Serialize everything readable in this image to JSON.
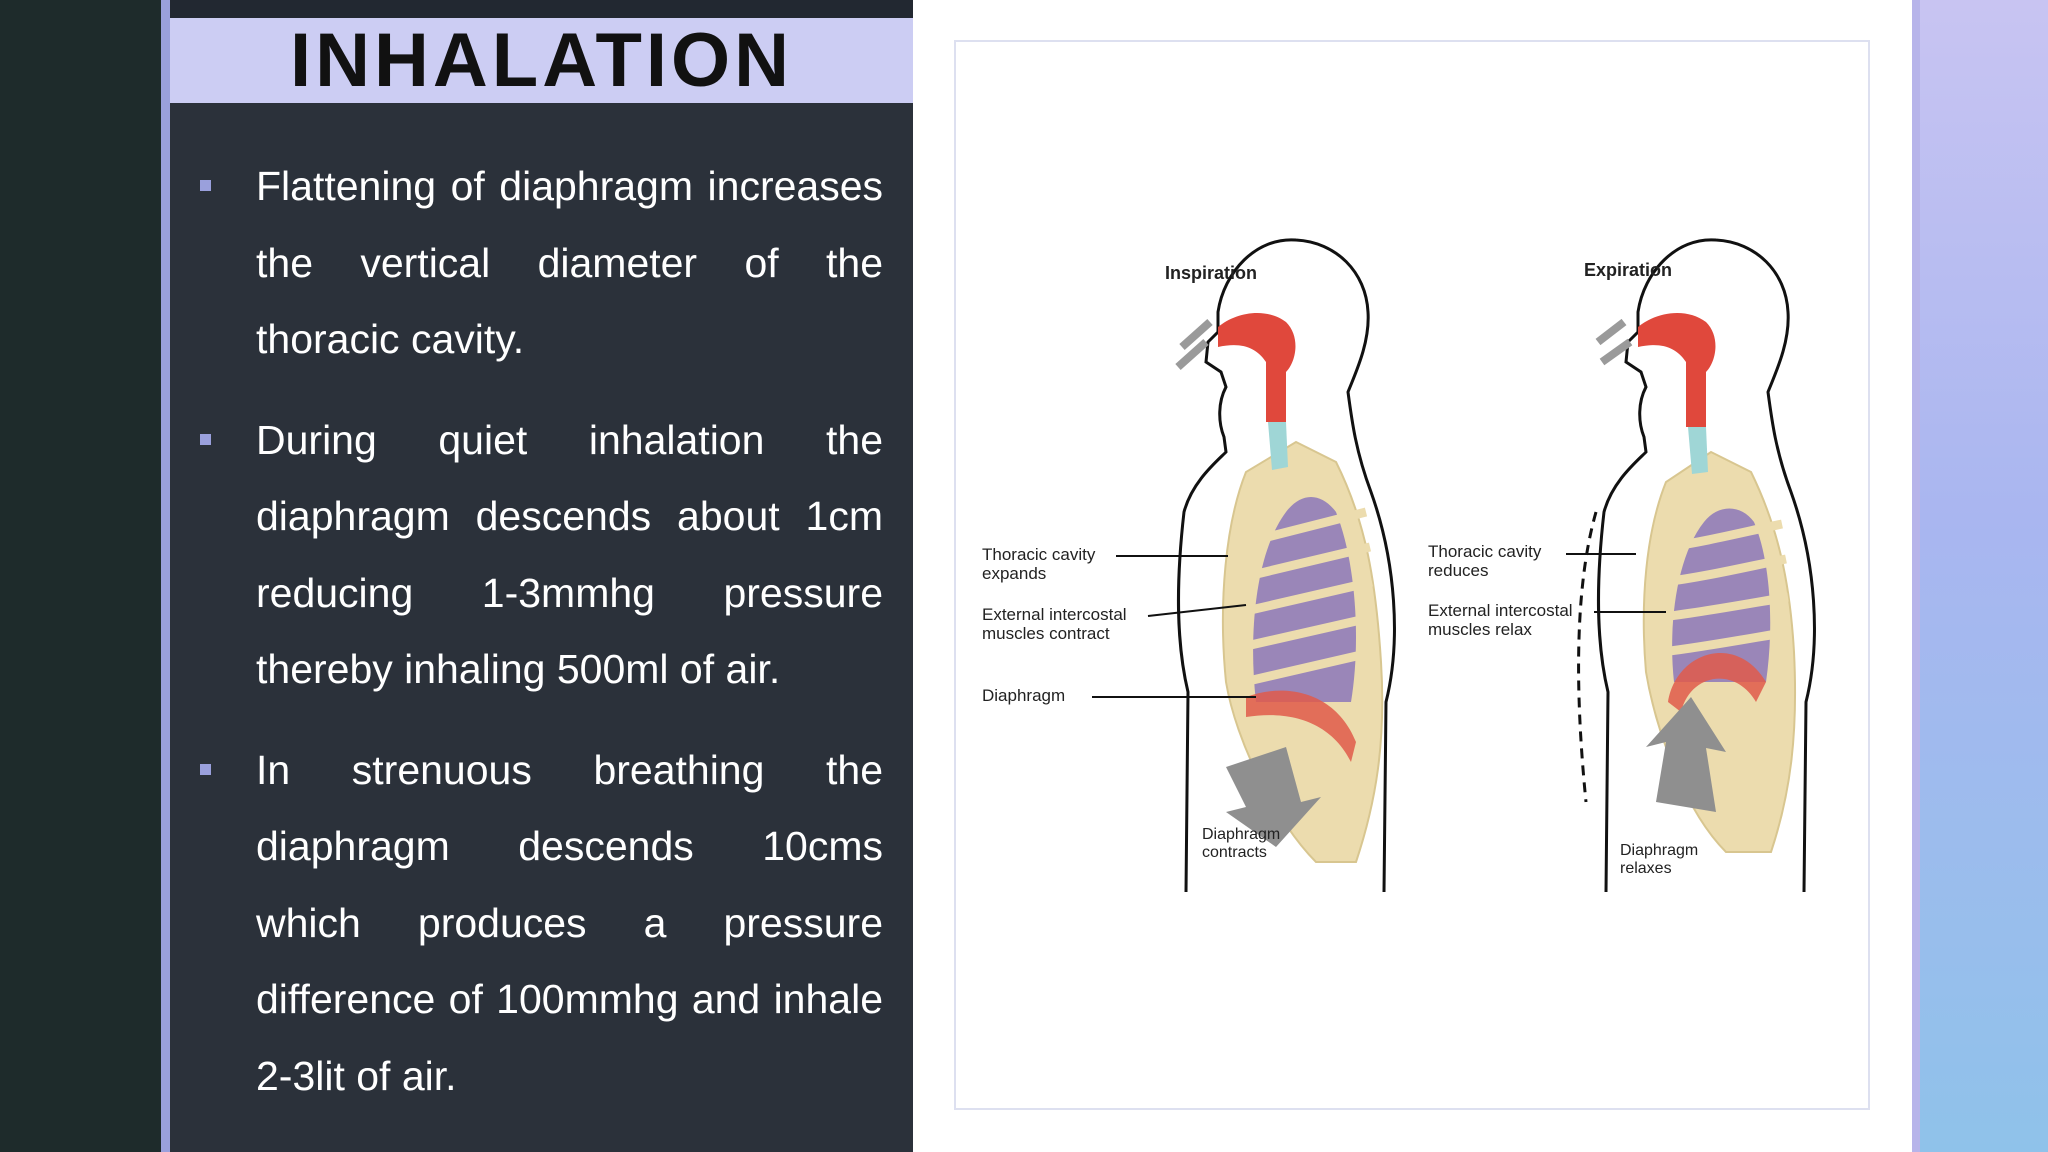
{
  "slide": {
    "title": "INHALATION",
    "bullets": [
      "Flattening of diaphragm increases the vertical diameter of the thoracic cavity.",
      "During quiet inhalation the diaphragm descends about 1cm reducing 1-3mmhg pressure thereby inhaling 500ml of air.",
      "In strenuous breathing the diaphragm descends 10cms which produces a pressure difference of 100mmhg and inhale 2-3lit of air."
    ]
  },
  "diagram": {
    "inspiration_title": "Inspiration",
    "expiration_title": "Expiration",
    "insp_cavity_l1": "Thoracic cavity",
    "insp_cavity_l2": "expands",
    "insp_muscle_l1": "External intercostal",
    "insp_muscle_l2": "muscles  contract",
    "insp_diaphragm": "Diaphragm",
    "insp_diaphragm_state_l1": "Diaphragm",
    "insp_diaphragm_state_l2": "contracts",
    "exp_cavity_l1": "Thoracic cavity",
    "exp_cavity_l2": "reduces",
    "exp_muscle_l1": "External intercostal",
    "exp_muscle_l2": "muscles  relax",
    "exp_diaphragm_state_l1": "Diaphragm",
    "exp_diaphragm_state_l2": "relaxes"
  },
  "colors": {
    "panel": "#2b313a",
    "title_band": "#cccdf3",
    "accent": "#9aa0dc",
    "rib": "#e9d8a8",
    "lung": "#9a86b8",
    "airway": "#e0483c",
    "trachea": "#9fd6d6"
  }
}
